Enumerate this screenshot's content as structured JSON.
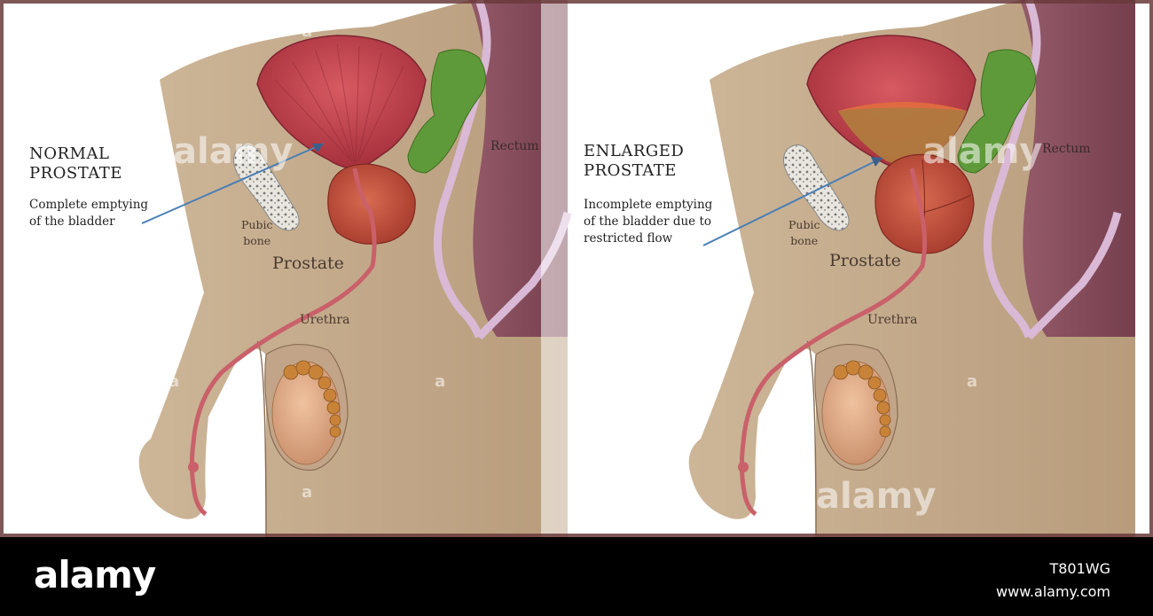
{
  "left_panel": {
    "title_line1": "NORMAL",
    "title_line2": "PROSTATE",
    "desc_line1": "Complete emptying",
    "desc_line2": "of the bladder",
    "pubic_line1": "Pubic",
    "pubic_line2": "bone",
    "prostate": "Prostate",
    "urethra": "Urethra",
    "rectum": "Rectum"
  },
  "right_panel": {
    "title_line1": "ENLARGED",
    "title_line2": "PROSTATE",
    "desc_line1": "Incomplete emptying",
    "desc_line2": "of the bladder due to",
    "desc_line3": "restricted flow",
    "pubic_line1": "Pubic",
    "pubic_line2": "bone",
    "prostate": "Prostate",
    "urethra": "Urethra",
    "rectum": "Rectum"
  },
  "watermark": {
    "text": "alamy",
    "letter": "a"
  },
  "footer": {
    "logo": "alamy",
    "image_code": "T801WG",
    "url": "www.alamy.com"
  },
  "colors": {
    "skin": "#c9b194",
    "bladder": "#c2404a",
    "prostate": "#c24a3a",
    "rectum": "#8a4a5a",
    "seminal": "#5f9a3a",
    "testis": "#e0ac88",
    "frame": "#6a3a3a"
  }
}
